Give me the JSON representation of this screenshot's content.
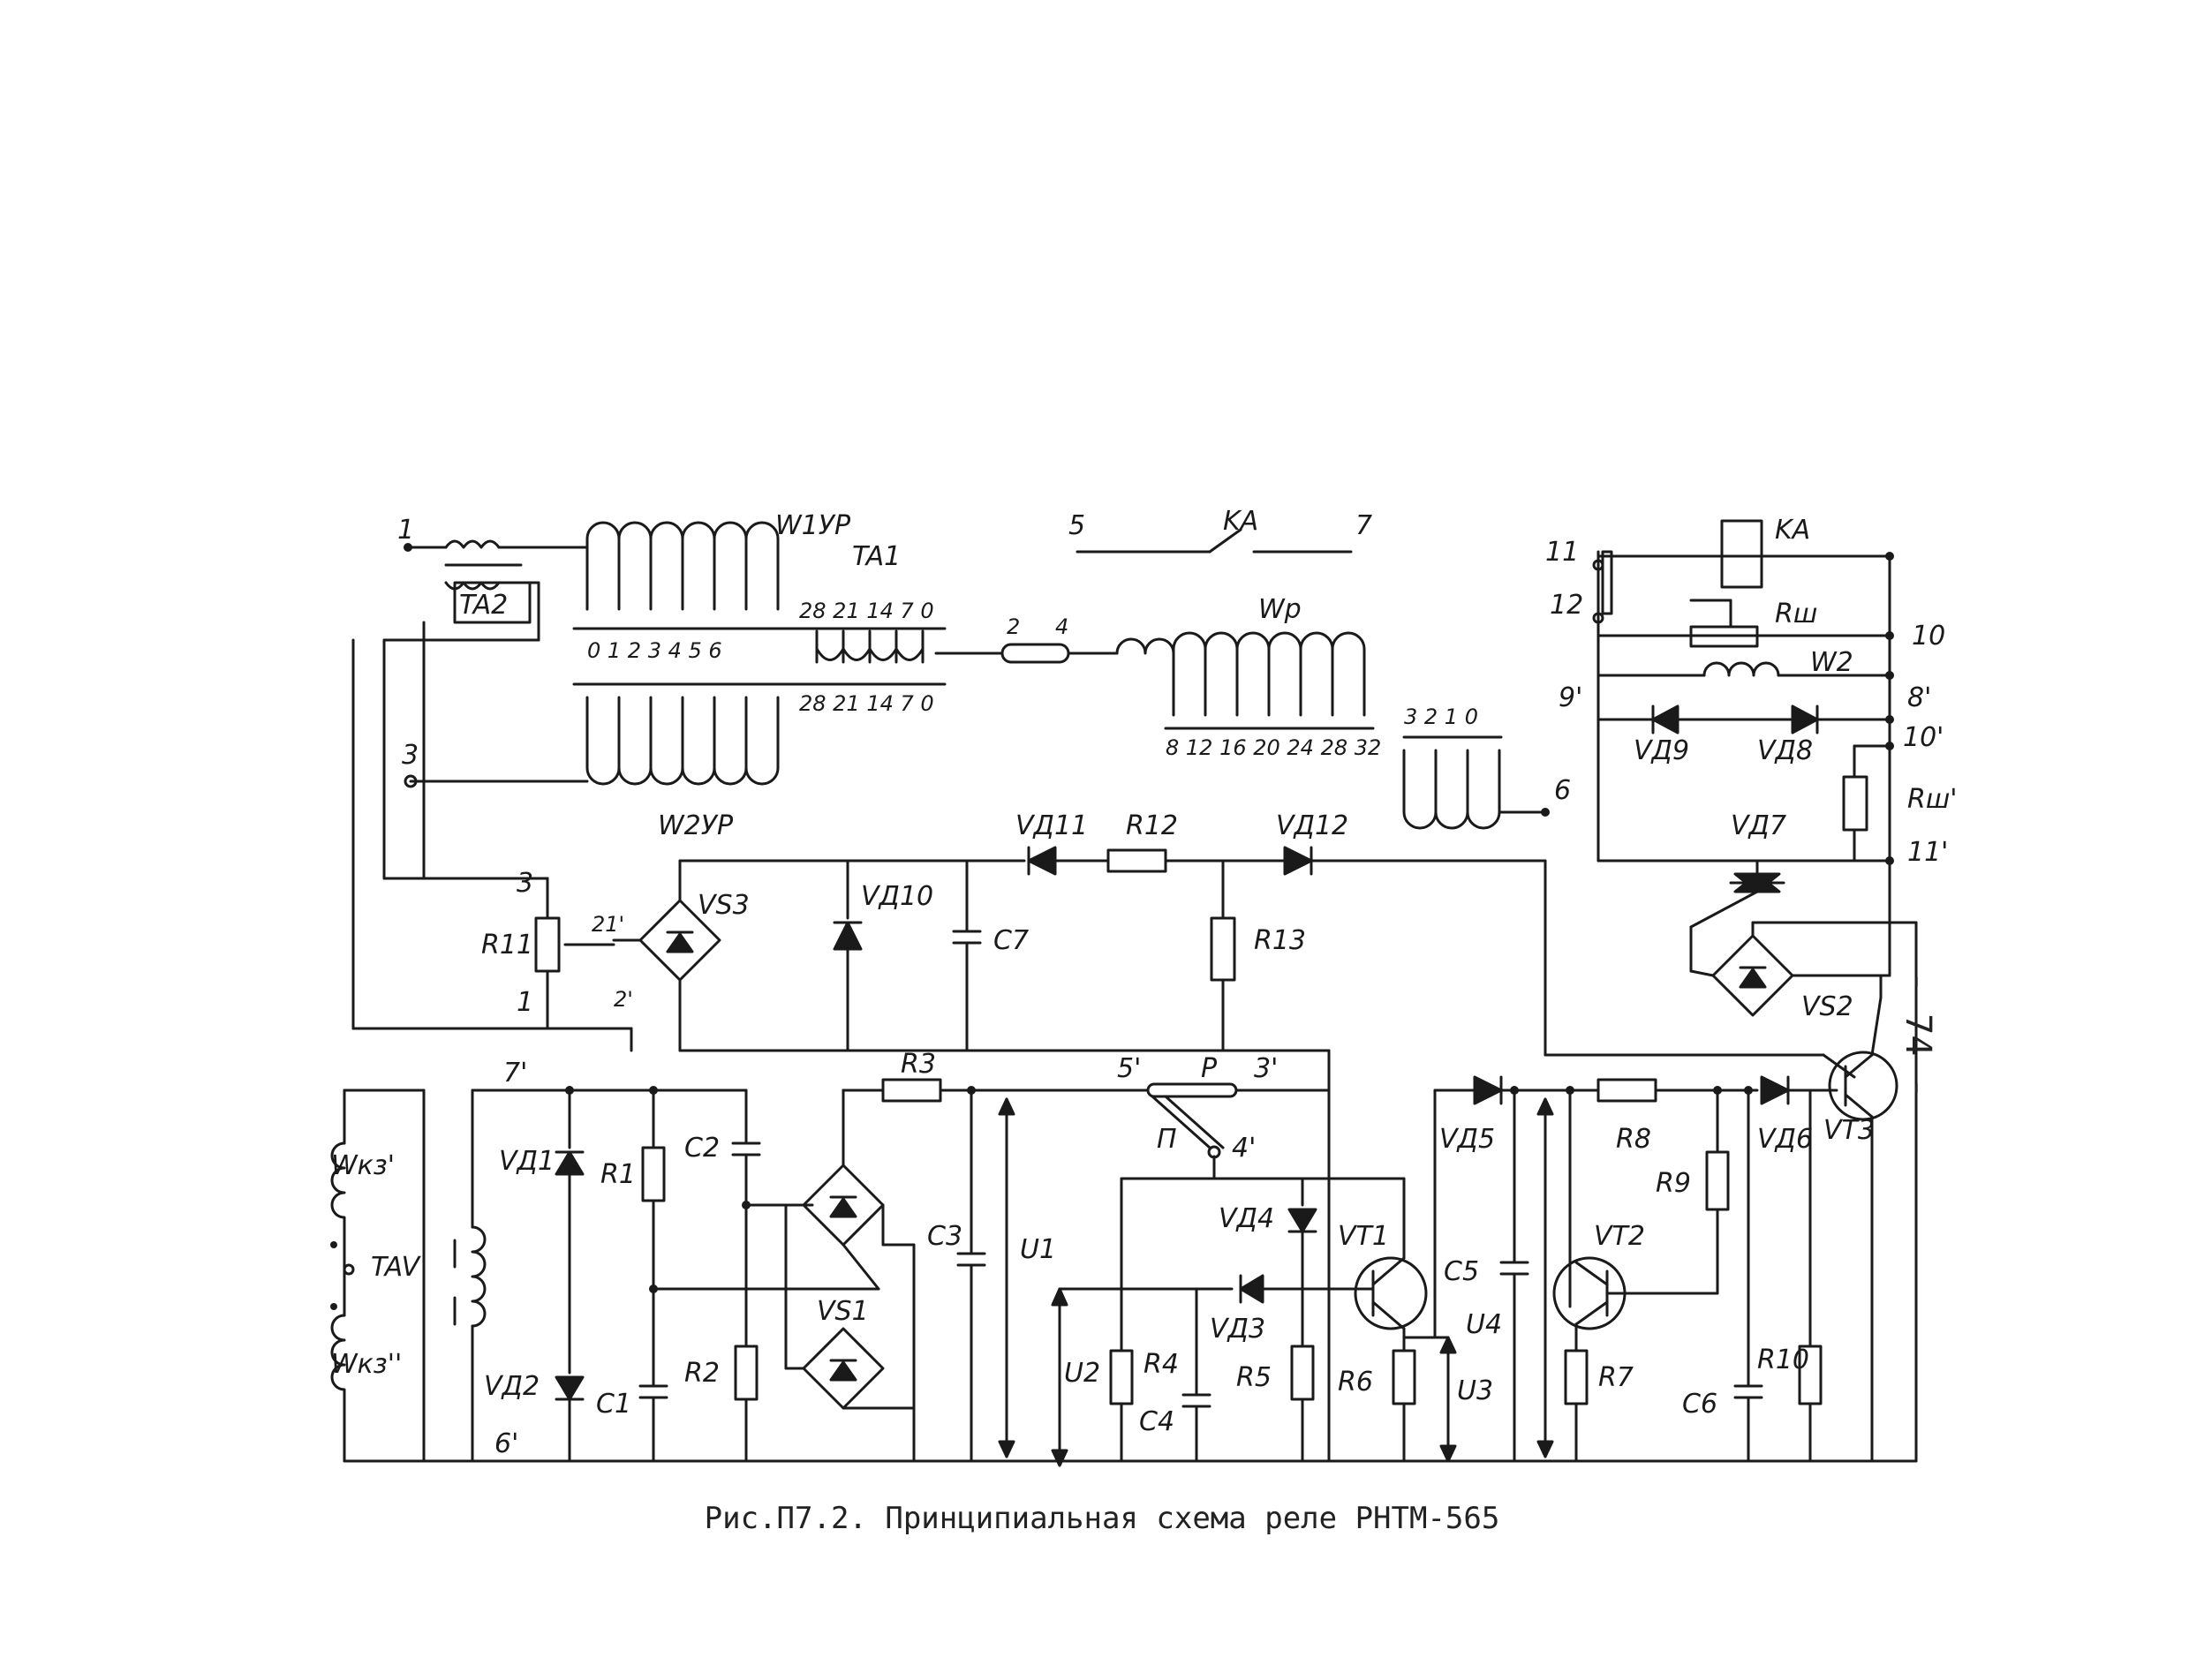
{
  "figure": {
    "caption": "Рис.П7.2. Принципиальная схема реле РНТМ-565",
    "page_number": "- 74 -"
  },
  "labels": {
    "t1": "1",
    "t3": "3",
    "t5": "5",
    "t7": "7",
    "t6": "6",
    "ka_top": "KA",
    "ta2": "TA2",
    "ta1": "TA1",
    "w1yp": "W1УР",
    "w2yp": "W2УР",
    "wp": "Wp",
    "ta1_taps": "0 1 2 3 4 5 6",
    "ta1_taps_right_top": "28 21 14 7 0",
    "ta1_taps_right_bot": "28 21 14 7 0",
    "n2": "2",
    "n4": "4",
    "wp_taps": "8 12 16 20 24 28 32",
    "out_taps": "3 2 1 0",
    "r11": "R11",
    "r11_3": "3",
    "r11_1": "1",
    "n21": "21'",
    "n2p": "2'",
    "vs3": "VS3",
    "vd10": "VД10",
    "c7": "C7",
    "vd11": "VД11",
    "r12": "R12",
    "vd12": "VД12",
    "r13": "R13",
    "n7p": "7'",
    "n6p": "6'",
    "wk3a": "Wкз'",
    "tav": "TAV",
    "wk3b": "Wкз''",
    "vd1": "VД1",
    "vd2": "VД2",
    "r1": "R1",
    "c1": "C1",
    "c2": "C2",
    "r2": "R2",
    "vs1": "VS1",
    "r3": "R3",
    "c3": "C3",
    "u1": "U1",
    "n5p": "5'",
    "p": "P",
    "n3p": "3'",
    "pi": "П",
    "n4p": "4'",
    "vd4": "VД4",
    "vd3": "VД3",
    "vt1": "VT1",
    "u2": "U2",
    "r4": "R4",
    "c4": "C4",
    "r5": "R5",
    "r6": "R6",
    "u3": "U3",
    "vd5": "VД5",
    "c5": "C5",
    "u4": "U4",
    "r8": "R8",
    "vt2": "VT2",
    "r7": "R7",
    "r9": "R9",
    "vd6": "VД6",
    "vt3": "VT3",
    "c6": "C6",
    "r10": "R10",
    "n11": "11",
    "n12": "12",
    "ka_right": "KA",
    "rsh": "Rш",
    "n10": "10",
    "w2": "W2",
    "n9p": "9'",
    "n8p": "8'",
    "vd9": "VД9",
    "vd8": "VД8",
    "n10p": "10'",
    "rsh2": "Rш'",
    "vd7": "VД7",
    "n11p": "11'",
    "vs2": "VS2"
  }
}
